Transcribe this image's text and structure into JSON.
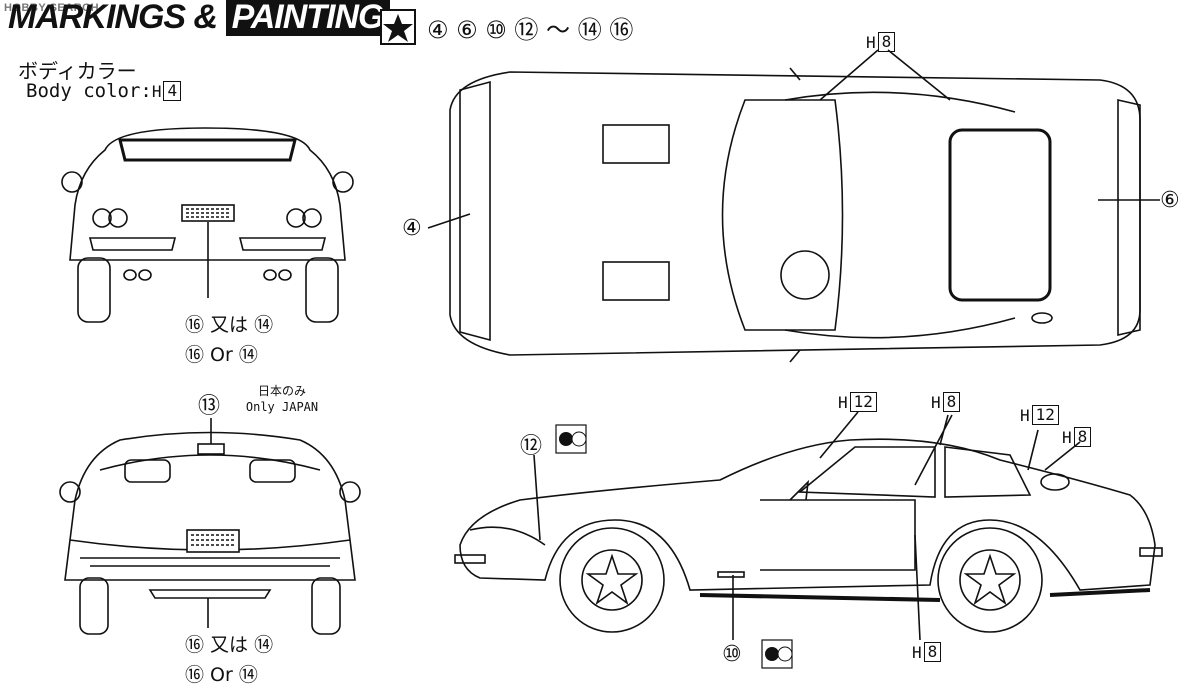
{
  "watermark": "HOBBY SEARCH",
  "header": {
    "title_part1": "MARKINGS &",
    "title_part2": "PAINTING",
    "decal_numbers": "④ ⑥ ⑩ ⑫ ～ ⑭ ⑯"
  },
  "body_color": {
    "jp_label": "ボディカラー",
    "en_label": "Body color:",
    "h_prefix": "H",
    "h_number": "4"
  },
  "rear_view": {
    "line_jp": "⑯ 又は ⑭",
    "line_en": "⑯  Or  ⑭"
  },
  "front_view": {
    "callout": "⑬",
    "note_jp": "日本のみ",
    "note_en": "Only JAPAN",
    "line_jp": "⑯ 又は ⑭",
    "line_en": "⑯  Or  ⑭"
  },
  "top_view": {
    "callout_left": "④",
    "callout_right": "⑥",
    "h_prefix": "H",
    "h_number": "8"
  },
  "side_view": {
    "callout_12": "⑫",
    "callout_10": "⑩",
    "h_labels": [
      {
        "prefix": "H",
        "number": "12"
      },
      {
        "prefix": "H",
        "number": "8"
      },
      {
        "prefix": "H",
        "number": "12"
      },
      {
        "prefix": "H",
        "number": "8"
      },
      {
        "prefix": "H",
        "number": "8"
      }
    ]
  }
}
